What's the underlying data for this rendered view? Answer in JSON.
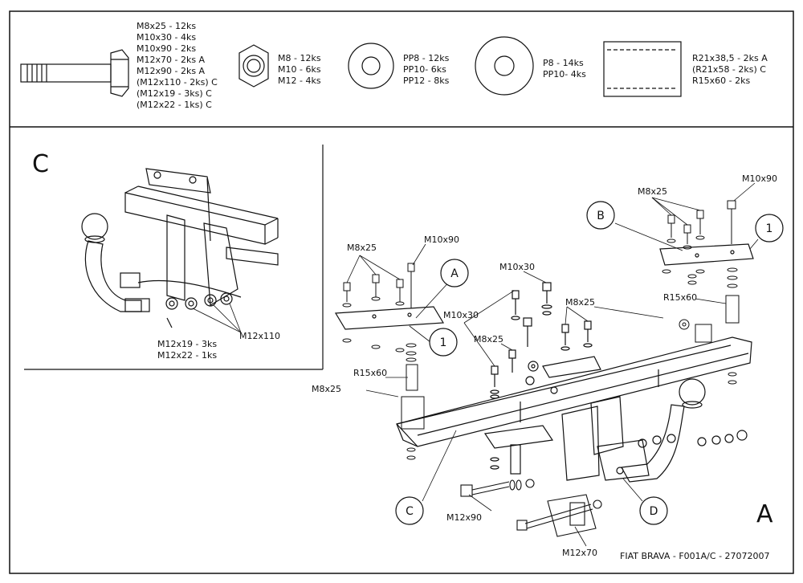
{
  "parts": {
    "bolt_specs": [
      "M8x25 - 12ks",
      "M10x30 - 4ks",
      "M10x90 - 2ks",
      "M12x70 - 2ks A",
      "M12x90 - 2ks A",
      "(M12x110 - 2ks) C",
      "(M12x19 - 3ks) C",
      "(M12x22 - 1ks) C"
    ],
    "nut_specs": [
      "M8 - 12ks",
      "M10 - 6ks",
      "M12 - 4ks"
    ],
    "washer_pp_specs": [
      "PP8 - 12ks",
      "PP10- 6ks",
      "PP12 - 8ks"
    ],
    "washer_p_specs": [
      "P8 - 14ks",
      "PP10- 4ks"
    ],
    "spacer_specs": [
      "R21x38,5 - 2ks A",
      "(R21x58 - 2ks) C",
      "R15x60 - 2ks"
    ]
  },
  "detail_c": {
    "letter": "C",
    "bolt_m12x110": "M12x110",
    "note_m12x19": "M12x19 - 3ks",
    "note_m12x22": "M12x22 - 1ks"
  },
  "main": {
    "callout_c": "C",
    "callout_b": "B",
    "callout_1_left": "1",
    "callout_1_right": "1",
    "callout_a": "A",
    "callout_d": "D",
    "m8x25_left": "M8x25",
    "m10x90_left": "M10x90",
    "m10x30_top": "M10x30",
    "m10x30_mid": "M10x30",
    "m8x25_mid": "M8x25",
    "m8x25_upper_mid": "M8x25",
    "m8x25_right": "M8x25",
    "m10x90_right": "M10x90",
    "r15x60_left": "R15x60",
    "r15x60_right": "R15x60",
    "m8x25_bottom_left": "M8x25",
    "m12x90": "M12x90",
    "m12x70": "M12x70",
    "view_letter": "A",
    "footer": "FIAT BRAVA - F001A/C - 27072007"
  }
}
